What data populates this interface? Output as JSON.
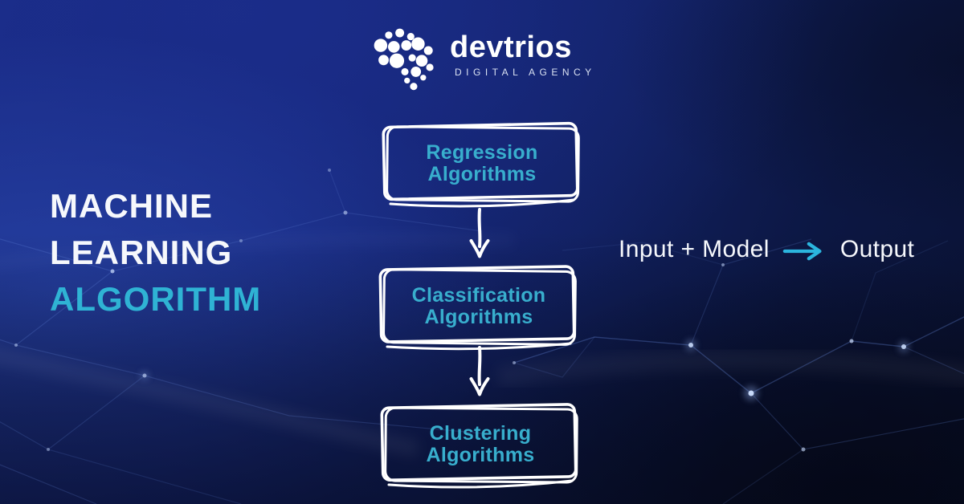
{
  "brand": {
    "name": "devtrios",
    "tagline": "DIGITAL AGENCY"
  },
  "title": {
    "line1": "MACHINE",
    "line2": "LEARNING",
    "line3": "ALGORITHM"
  },
  "flow": {
    "nodes": [
      {
        "line1": "Regression",
        "line2": "Algorithms"
      },
      {
        "line1": "Classification",
        "line2": "Algorithms"
      },
      {
        "line1": "Clustering",
        "line2": "Algorithms"
      }
    ]
  },
  "equation": {
    "input": "Input + Model",
    "output": "Output"
  },
  "icons": {
    "logo": "brain-dots-icon",
    "flow_connector": "down-arrow-icon",
    "equation_arrow": "right-arrow-icon"
  },
  "colors": {
    "accent_teal": "#2fb3d4",
    "node_label_teal": "#38aecd",
    "arrow_teal": "#2bb5de",
    "text_white": "#f6f8fc",
    "box_stroke": "#ffffff",
    "background_royal_blue": "#16277d",
    "background_dark_navy": "#0a1129"
  }
}
